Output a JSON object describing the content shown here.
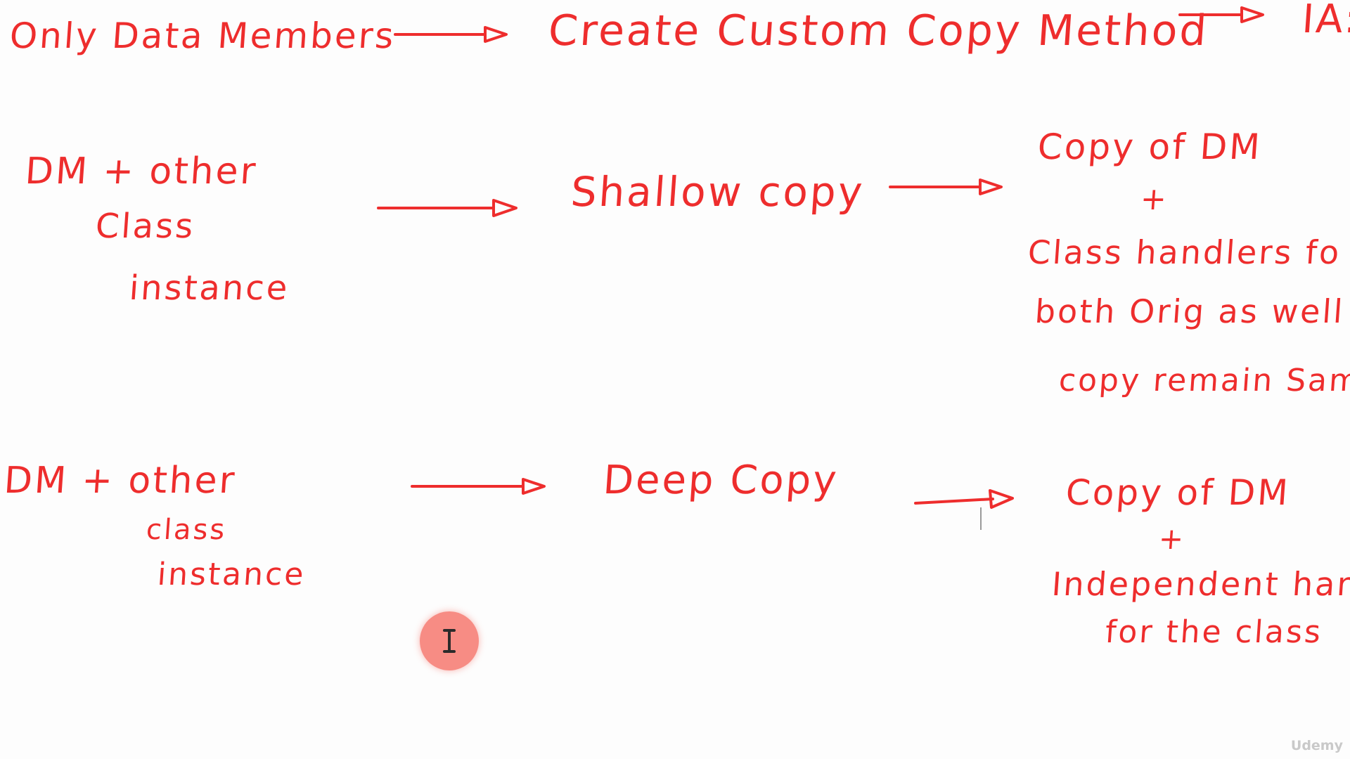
{
  "canvas": {
    "ink_color": "#ee2d2d",
    "background": "#fdfdfd",
    "cursor_color": "#f46054"
  },
  "row1": {
    "source": "Only Data Members",
    "result": "Create Custom Copy Method",
    "tail": "IA:"
  },
  "row2": {
    "source_line1": "DM + other",
    "source_line2": "Class",
    "source_line3": "instance",
    "method": "Shallow copy",
    "result_line1": "Copy of DM",
    "result_plus": "+",
    "result_line2": "Class handlers fo",
    "result_line3": "both Orig as well",
    "result_line4": "copy remain Sam"
  },
  "row3": {
    "source_line1": "DM + other",
    "source_line2": "class",
    "source_line3": "instance",
    "method": "Deep Copy",
    "result_line1": "Copy of DM",
    "result_plus": "+",
    "result_line2": "Independent hand",
    "result_line3": "for the class"
  },
  "watermark": "Udemy"
}
